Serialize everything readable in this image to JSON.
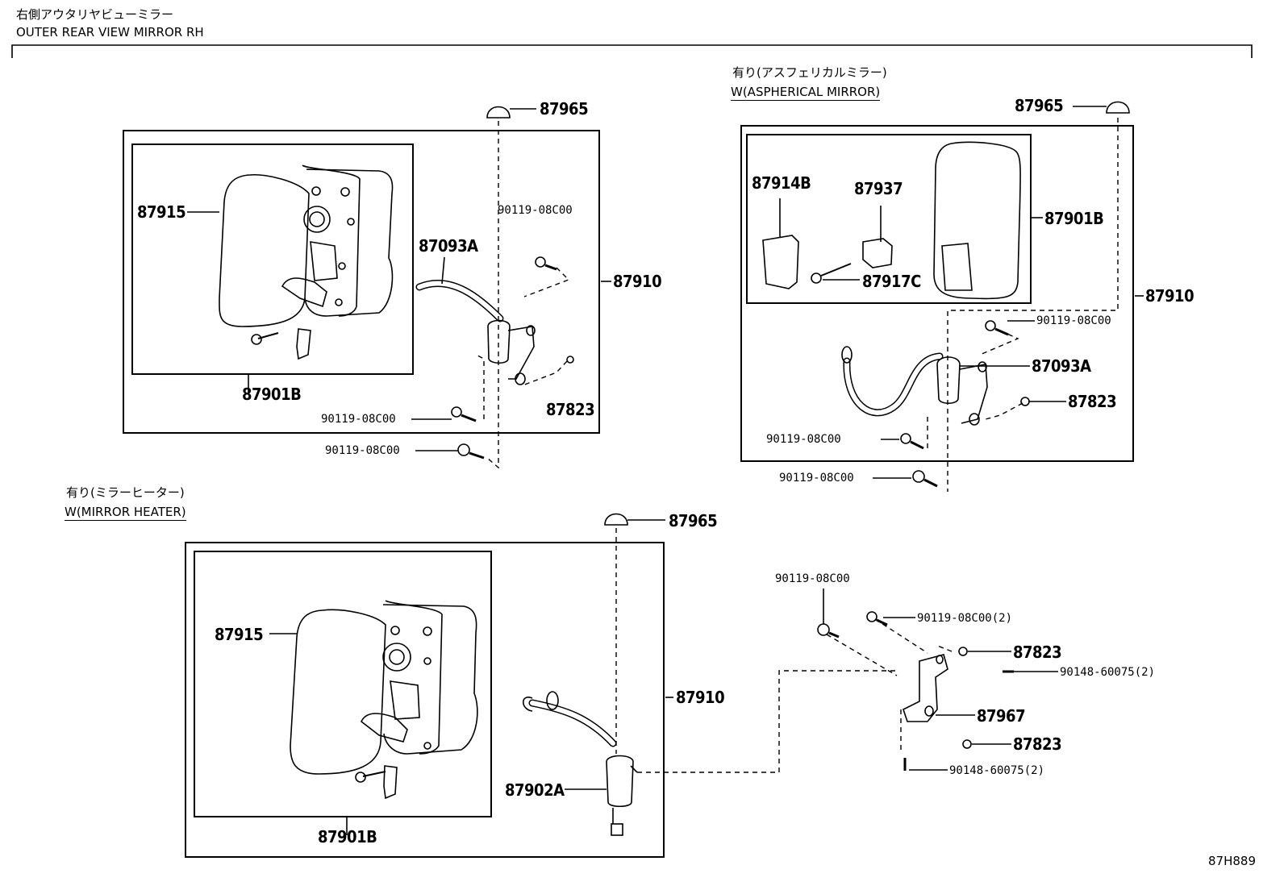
{
  "header": {
    "title_jp": "右側アウタリヤビューミラー",
    "title_en": "OUTER REAR VIEW MIRROR RH"
  },
  "variants": {
    "aspherical_jp": "有り(アスフェリカルミラー)",
    "aspherical_en": "W(ASPHERICAL MIRROR)",
    "heater_jp": "有り(ミラーヒーター)",
    "heater_en": "W(MIRROR HEATER)"
  },
  "parts": {
    "p87965": "87965",
    "p87915": "87915",
    "p87910": "87910",
    "p87093A": "87093A",
    "p87823": "87823",
    "p87901B": "87901B",
    "p90119": "90119-08C00",
    "p90119x2": "90119-08C00(2)",
    "p87914B": "87914B",
    "p87937": "87937",
    "p87917C": "87917C",
    "p87902A": "87902A",
    "p87967": "87967",
    "p90148x2": "90148-60075(2)"
  },
  "footer": {
    "diagram_code": "87H889"
  }
}
